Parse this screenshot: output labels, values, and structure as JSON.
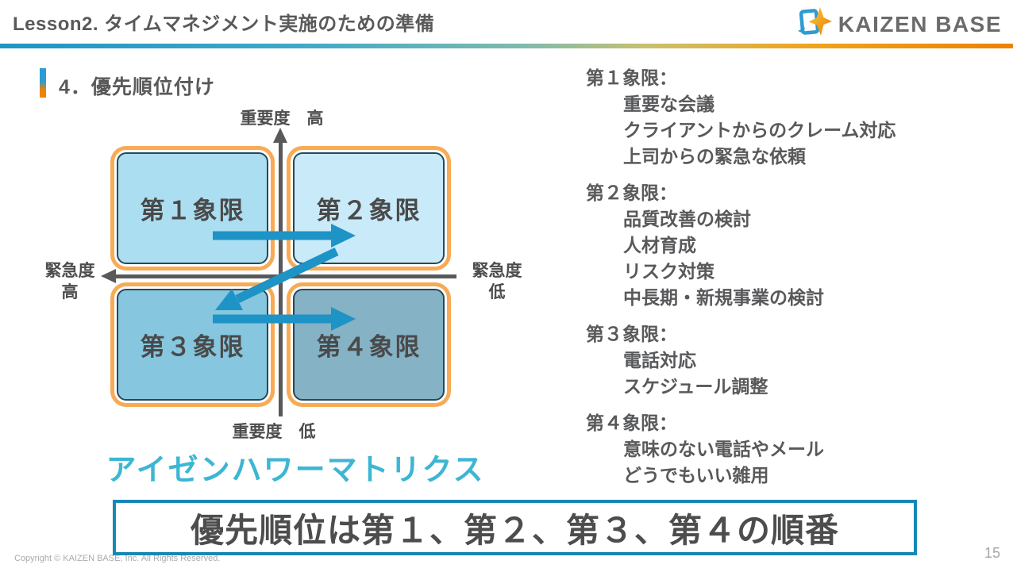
{
  "header": {
    "title": "Lesson2. タイムマネジメント実施のための準備",
    "logo_text": "KAIZEN BASE"
  },
  "section": {
    "title": "4．優先順位付け"
  },
  "matrix": {
    "axis": {
      "importance_high": "重要度　高",
      "importance_low": "重要度　低",
      "urgency_high_line1": "緊急度",
      "urgency_high_line2": "高",
      "urgency_low_line1": "緊急度",
      "urgency_low_line2": "低"
    },
    "quadrants": [
      {
        "label": "第１象限",
        "fill": "#abdef1"
      },
      {
        "label": "第２象限",
        "fill": "#c9eaf8"
      },
      {
        "label": "第３象限",
        "fill": "#86c6df"
      },
      {
        "label": "第４象限",
        "fill": "#85b2c5"
      }
    ],
    "caption": "アイゼンハワーマトリクス"
  },
  "details": [
    {
      "heading": "第１象限：",
      "items": [
        "重要な会議",
        "クライアントからのクレーム対応",
        "上司からの緊急な依頼"
      ]
    },
    {
      "heading": "第２象限：",
      "items": [
        "品質改善の検討",
        "人材育成",
        "リスク対策",
        "中長期・新規事業の検討"
      ]
    },
    {
      "heading": "第３象限：",
      "items": [
        "電話対応",
        "スケジュール調整"
      ]
    },
    {
      "heading": "第４象限：",
      "items": [
        "意味のない電話やメール",
        "どうでもいい雑用"
      ]
    }
  ],
  "banner": {
    "text": "優先順位は第１、第２、第３、第４の順番"
  },
  "footer": {
    "copyright": "Copyright ©  KAIZEN BASE, Inc.  All Rights Reserved.",
    "page_number": "15"
  },
  "colors": {
    "accent_blue": "#1e93c6",
    "accent_orange": "#f7ab56",
    "banner_border": "#1787b5",
    "caption_teal": "#3cb6d3",
    "axis_gray": "#58595b"
  }
}
